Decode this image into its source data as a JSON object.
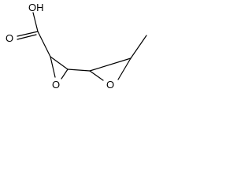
{
  "structure": {
    "atom_labels": {
      "hydroxyl": "OH",
      "carbonyl_oxygen": "O",
      "epoxide_oxygen_left": "O",
      "epoxide_oxygen_right": "O"
    }
  }
}
